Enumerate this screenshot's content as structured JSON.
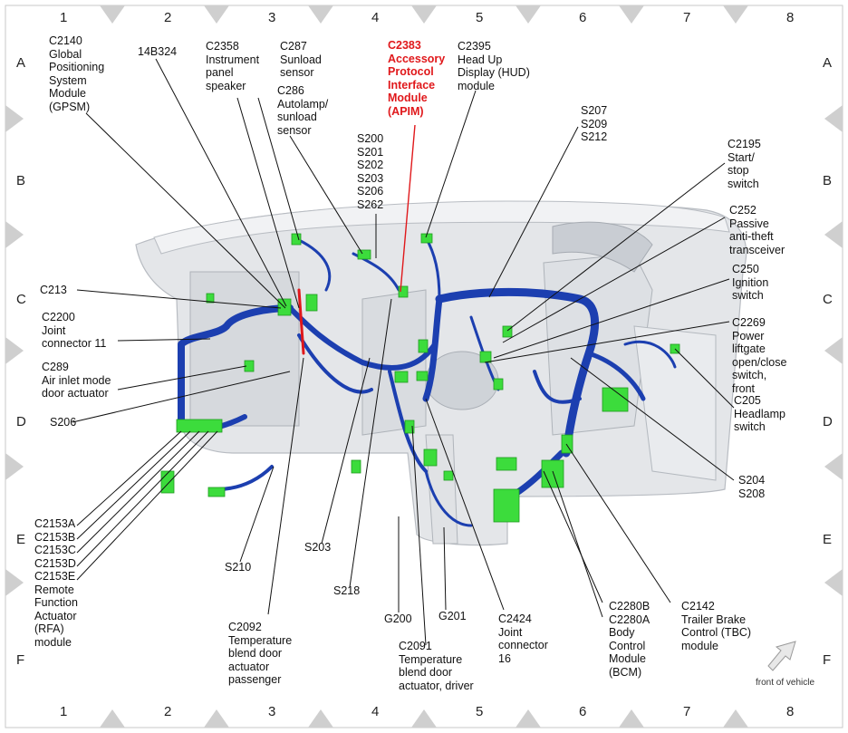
{
  "grid": {
    "columns": [
      "1",
      "2",
      "3",
      "4",
      "5",
      "6",
      "7",
      "8"
    ],
    "rows": [
      "A",
      "B",
      "C",
      "D",
      "E",
      "F"
    ]
  },
  "labels": {
    "c2140": "C2140\nGlobal\nPositioning\nSystem\nModule\n(GPSM)",
    "c14b324": "14B324",
    "c2358": "C2358\nInstrument\npanel\nspeaker",
    "c287": "C287\nSunload\nsensor",
    "c286": "C286\nAutolamp/\nsunload\nsensor",
    "c2383": "C2383\nAccessory\nProtocol\nInterface\nModule\n(APIM)",
    "c2395": "C2395\nHead Up\nDisplay (HUD)\nmodule",
    "s200": "S200\nS201\nS202\nS203\nS206\nS262",
    "s207": "S207\nS209\nS212",
    "c2195": "C2195\nStart/\nstop\nswitch",
    "c252": "C252\nPassive\nanti-theft\ntransceiver",
    "c250": "C250\nIgnition\nswitch",
    "c2269": "C2269\nPower\nliftgate\nopen/close\nswitch,\nfront",
    "c205": "C205\nHeadlamp\nswitch",
    "s204": "S204\nS208",
    "c213": "C213",
    "c2200": "C2200\nJoint\nconnector 11",
    "c289": "C289\nAir inlet mode\ndoor actuator",
    "s206": "S206",
    "c2153": "C2153A\nC2153B\nC2153C\nC2153D\nC2153E\nRemote\nFunction\nActuator\n(RFA)\nmodule",
    "s210": "S210",
    "c2092": "C2092\nTemperature\nblend door\nactuator\npassenger",
    "s203": "S203",
    "s218": "S218",
    "g200": "G200",
    "g201": "G201",
    "c2091": "C2091\nTemperature\nblend door\nactuator, driver",
    "c2424": "C2424\nJoint\nconnector\n16",
    "c2280": "C2280B\nC2280A\nBody\nControl\nModule\n(BCM)",
    "c2142": "C2142\nTrailer Brake\nControl (TBC)\nmodule"
  },
  "front_of_vehicle": "front of vehicle",
  "colors": {
    "harness": "#1c3fb0",
    "connector": "#3cdc3c",
    "highlight": "#e0181b",
    "dash": "#d2d5d9",
    "frame_triangle": "#cfcfcf"
  }
}
